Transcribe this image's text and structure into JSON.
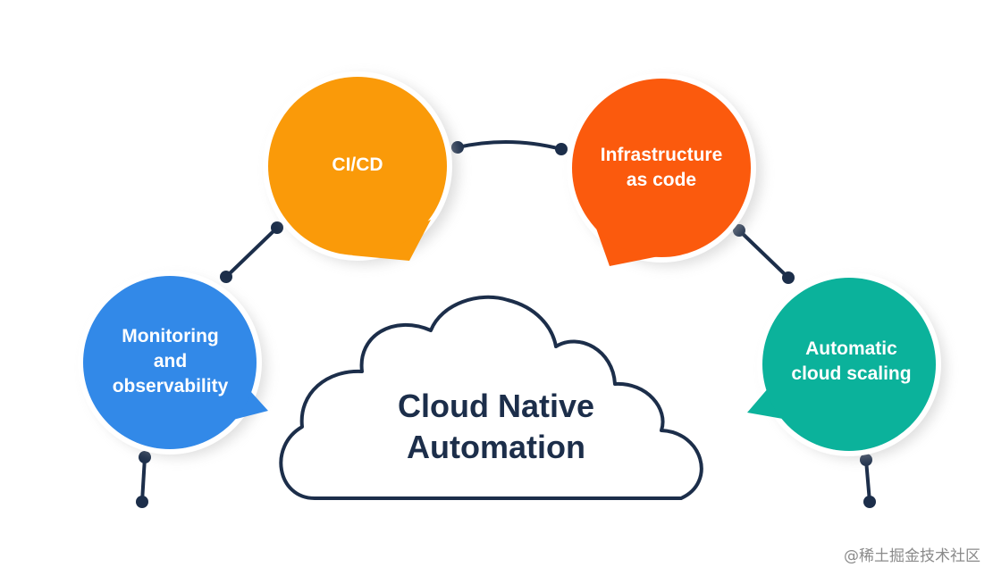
{
  "diagram": {
    "center_title": "Cloud Native\nAutomation",
    "nodes": [
      {
        "id": "cicd",
        "label": "CI/CD",
        "color": "#fa9a09"
      },
      {
        "id": "iac",
        "label": "Infrastructure\nas code",
        "color": "#fb5a0d"
      },
      {
        "id": "monitoring",
        "label": "Monitoring\nand\nobservability",
        "color": "#3289e8"
      },
      {
        "id": "scaling",
        "label": "Automatic\ncloud scaling",
        "color": "#0bb29b"
      }
    ],
    "connector_color": "#1c2e4a",
    "cloud_outline_color": "#1c2e4a"
  },
  "watermark": "@稀土掘金技术社区"
}
